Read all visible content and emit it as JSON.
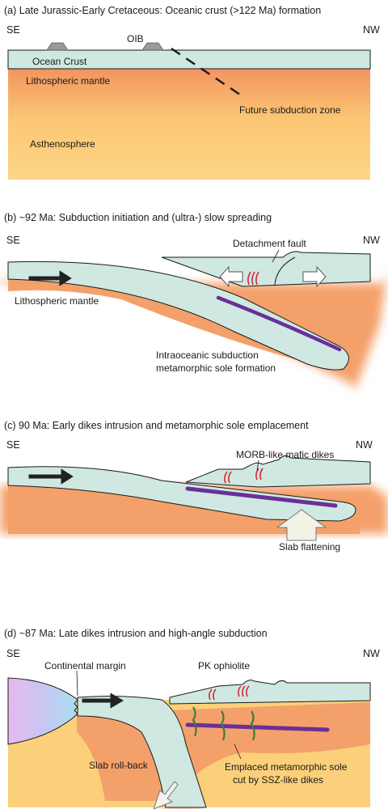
{
  "panels": [
    {
      "title": "(a) Late Jurassic-Early Cretaceous: Oceanic crust (>122 Ma) formation",
      "left_dir": "SE",
      "right_dir": "NW",
      "labels": {
        "oib": "OIB",
        "ocean_crust": "Ocean Crust",
        "lithospheric_mantle": "Lithospheric mantle",
        "future_subduction": "Future subduction zone",
        "asthenosphere": "Asthenosphere"
      }
    },
    {
      "title": "(b) ~92 Ma: Subduction initiation and (ultra-) slow spreading",
      "left_dir": "SE",
      "right_dir": "NW",
      "labels": {
        "detachment_fault": "Detachment fault",
        "lithospheric_mantle": "Lithospheric mantle",
        "sole_line1": "Intraoceanic subduction",
        "sole_line2": "metamorphic sole formation"
      }
    },
    {
      "title": "(c) 90 Ma:  Early dikes intrusion and metamorphic sole emplacement",
      "left_dir": "SE",
      "right_dir": "NW",
      "labels": {
        "morb_dikes": "MORB-like mafic dikes",
        "slab_flattening": "Slab flattening"
      }
    },
    {
      "title": "(d) ~87 Ma: Late dikes intrusion and high-angle subduction",
      "left_dir": "SE",
      "right_dir": "NW",
      "labels": {
        "continental_margin": "Continental margin",
        "pk_ophiolite": "PK ophiolite",
        "slab_rollback": "Slab roll-back",
        "emplaced_line1": "Emplaced metamorphic sole",
        "emplaced_line2": "cut by SSZ-like dikes"
      }
    }
  ],
  "colors": {
    "crust": "#cfe8e1",
    "mantle": "#f4a06a",
    "asthenosphere": "#fcd27e",
    "sole": "#6a2f9a",
    "mafic_dike": "#d52b3b",
    "ssz_dike": "#3a7d3a",
    "arrow": "#222222"
  }
}
